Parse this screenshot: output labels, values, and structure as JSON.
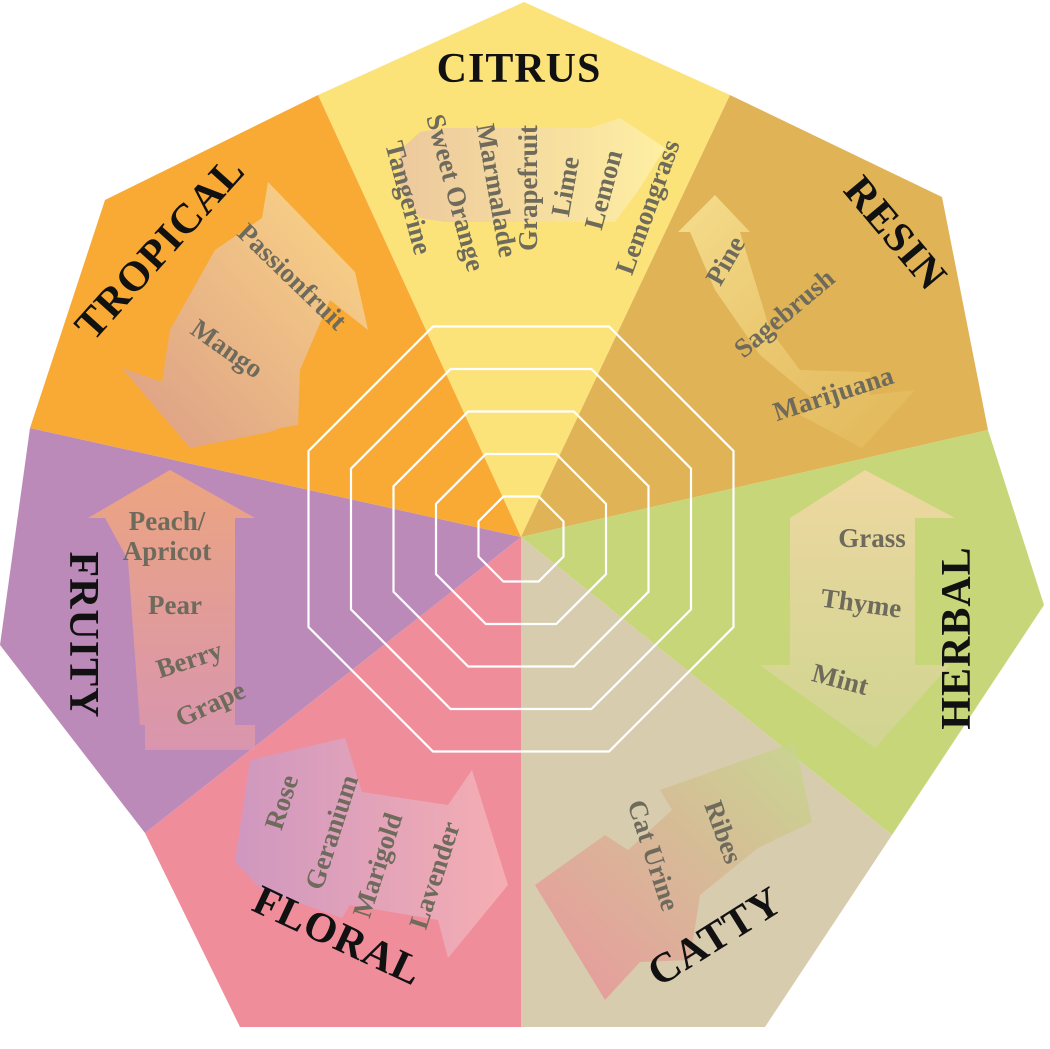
{
  "categories": [
    {
      "name": "CITRUS",
      "color": "#fbe37a",
      "arrow": "#fff2b8",
      "aromas": [
        "Tangerine",
        "Sweet Orange",
        "Marmalade",
        "Grapefruit",
        "Lime",
        "Lemon",
        "Lemongrass"
      ]
    },
    {
      "name": "RESIN",
      "color": "#dfb356",
      "arrow": "#f6e49a",
      "aromas": [
        "Pine",
        "Sagebrush",
        "Marijuana"
      ]
    },
    {
      "name": "HERBAL",
      "color": "#c6d679",
      "arrow": "#f0d9a0",
      "aromas": [
        "Grass",
        "Thyme",
        "Mint"
      ]
    },
    {
      "name": "CATTY",
      "color": "#d8ccae",
      "arrow": "#c9d68e",
      "aromas": [
        "Ribes",
        "Cat Urine"
      ]
    },
    {
      "name": "FLORAL",
      "color": "#f08d9b",
      "arrow": "#e0a0c0",
      "aromas": [
        "Rose",
        "Geranium",
        "Marigold",
        "Lavender"
      ]
    },
    {
      "name": "FRUITY",
      "color": "#bb8ab9",
      "arrow": "#eea078",
      "aromas": [
        "Peach/",
        "Apricot",
        "Pear",
        "Berry",
        "Grape"
      ]
    },
    {
      "name": "TROPICAL",
      "color": "#f8aa35",
      "arrow": "#fcd175",
      "aromas": [
        "Passionfruit",
        "Mango"
      ]
    }
  ],
  "grid": {
    "rings": 5,
    "line_color": "#ffffff"
  }
}
